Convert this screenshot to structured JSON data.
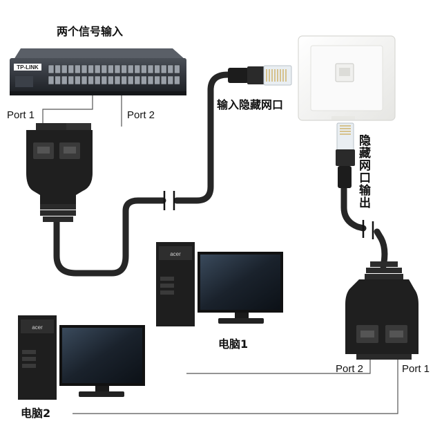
{
  "labels": {
    "title_switch": "两个信号输入",
    "input_hidden_port": "输入隐藏网口",
    "output_hidden_port": "隐藏网口输出",
    "pc1": "电脑1",
    "pc2": "电脑2",
    "port1_top": "Port 1",
    "port2_top": "Port 2",
    "port1_bottom": "Port 1",
    "port2_bottom": "Port 2"
  },
  "brand": {
    "switch_logo": "TP-LINK",
    "pc_logo": "acer"
  },
  "colors": {
    "cable": "#2a2a2a",
    "switch_body": "#2b2f36",
    "splitter_body": "#1f1f1f",
    "plate": "#f4f4f2",
    "monitor_screen": "#1d2733",
    "thin_line": "#555555"
  }
}
